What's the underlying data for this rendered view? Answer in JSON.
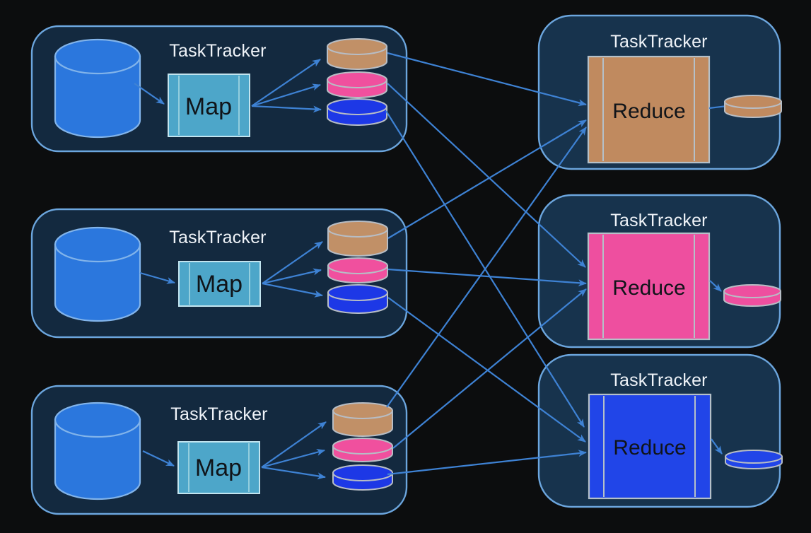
{
  "colors": {
    "bg": "#0c0d0e",
    "panel": "#13293f",
    "panelRight": "#17334d",
    "panelBorder": "#6ca6de",
    "titleText": "#eff3f8",
    "taskText": "#101419",
    "arrow": "#3e82d4",
    "inputCyl": "#2b77dd",
    "inputCylBorder": "#82b4ea",
    "mapBox": "#4da6c9",
    "mapBoxBorder": "#c2e4ef",
    "mapInner": "#93cede",
    "cylBorder": "#b7bdc5",
    "reduceBorder": "#b5c0c8",
    "tan": "#c19067",
    "pink": "#f0509e",
    "blue": "#1d38e6",
    "rtan": "#c08a5f",
    "rpink": "#ee4f9f",
    "rblue": "#2145e8"
  },
  "mappers": [
    {
      "tracker_label": "TaskTracker",
      "task_label": "Map",
      "partitions": [
        "tan",
        "pink",
        "blue"
      ]
    },
    {
      "tracker_label": "TaskTracker",
      "task_label": "Map",
      "partitions": [
        "tan",
        "pink",
        "blue"
      ]
    },
    {
      "tracker_label": "TaskTracker",
      "task_label": "Map",
      "partitions": [
        "tan",
        "pink",
        "blue"
      ]
    }
  ],
  "reducers": [
    {
      "tracker_label": "TaskTracker",
      "task_label": "Reduce",
      "color_key": "tan"
    },
    {
      "tracker_label": "TaskTracker",
      "task_label": "Reduce",
      "color_key": "pink"
    },
    {
      "tracker_label": "TaskTracker",
      "task_label": "Reduce",
      "color_key": "blue"
    }
  ]
}
